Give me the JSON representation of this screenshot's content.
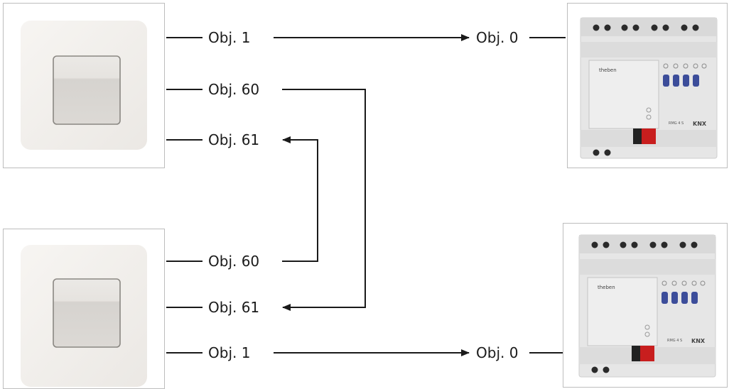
{
  "diagram": {
    "colors": {
      "line": "#1a1a1a",
      "frame_border": "#bdbdbd",
      "switch_plate": "#f1efec",
      "switch_rocker": "#dedbd7",
      "device_body": "#e5e5e5",
      "device_buttons": "#3c4d9a",
      "device_red": "#c81e1e"
    },
    "labels": {
      "top_obj1": "Obj. 1",
      "top_obj60": "Obj. 60",
      "top_obj61": "Obj. 61",
      "bottom_obj60": "Obj. 60",
      "bottom_obj61": "Obj. 61",
      "bottom_obj1": "Obj. 1",
      "actuator_top_obj0": "Obj. 0",
      "actuator_bottom_obj0": "Obj. 0"
    },
    "devices": {
      "top_sensor_icon": "presence-detector-icon",
      "bottom_sensor_icon": "presence-detector-icon",
      "top_actuator_icon": "din-rail-actuator-icon",
      "bottom_actuator_icon": "din-rail-actuator-icon",
      "actuator_brand": "theben",
      "actuator_model": "RMG 4 S",
      "knx_logo": "KNX"
    }
  }
}
